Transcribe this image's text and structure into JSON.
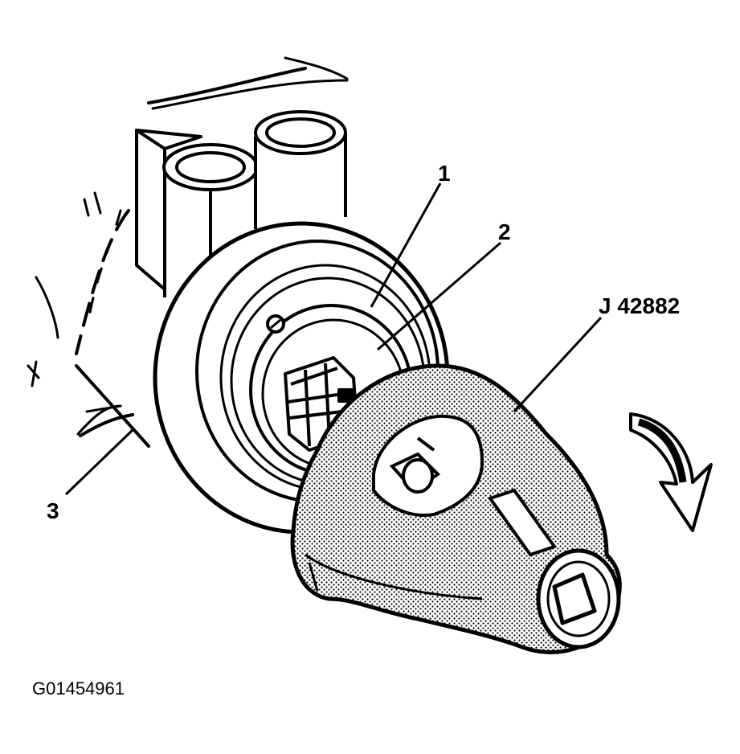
{
  "figure": {
    "callouts": {
      "c1": "1",
      "c2": "2",
      "c3": "3",
      "tool": "J 42882"
    },
    "figure_code": "G01454961",
    "colors": {
      "line": "#000000",
      "background": "#ffffff",
      "tool_stipple": "#000000"
    }
  }
}
